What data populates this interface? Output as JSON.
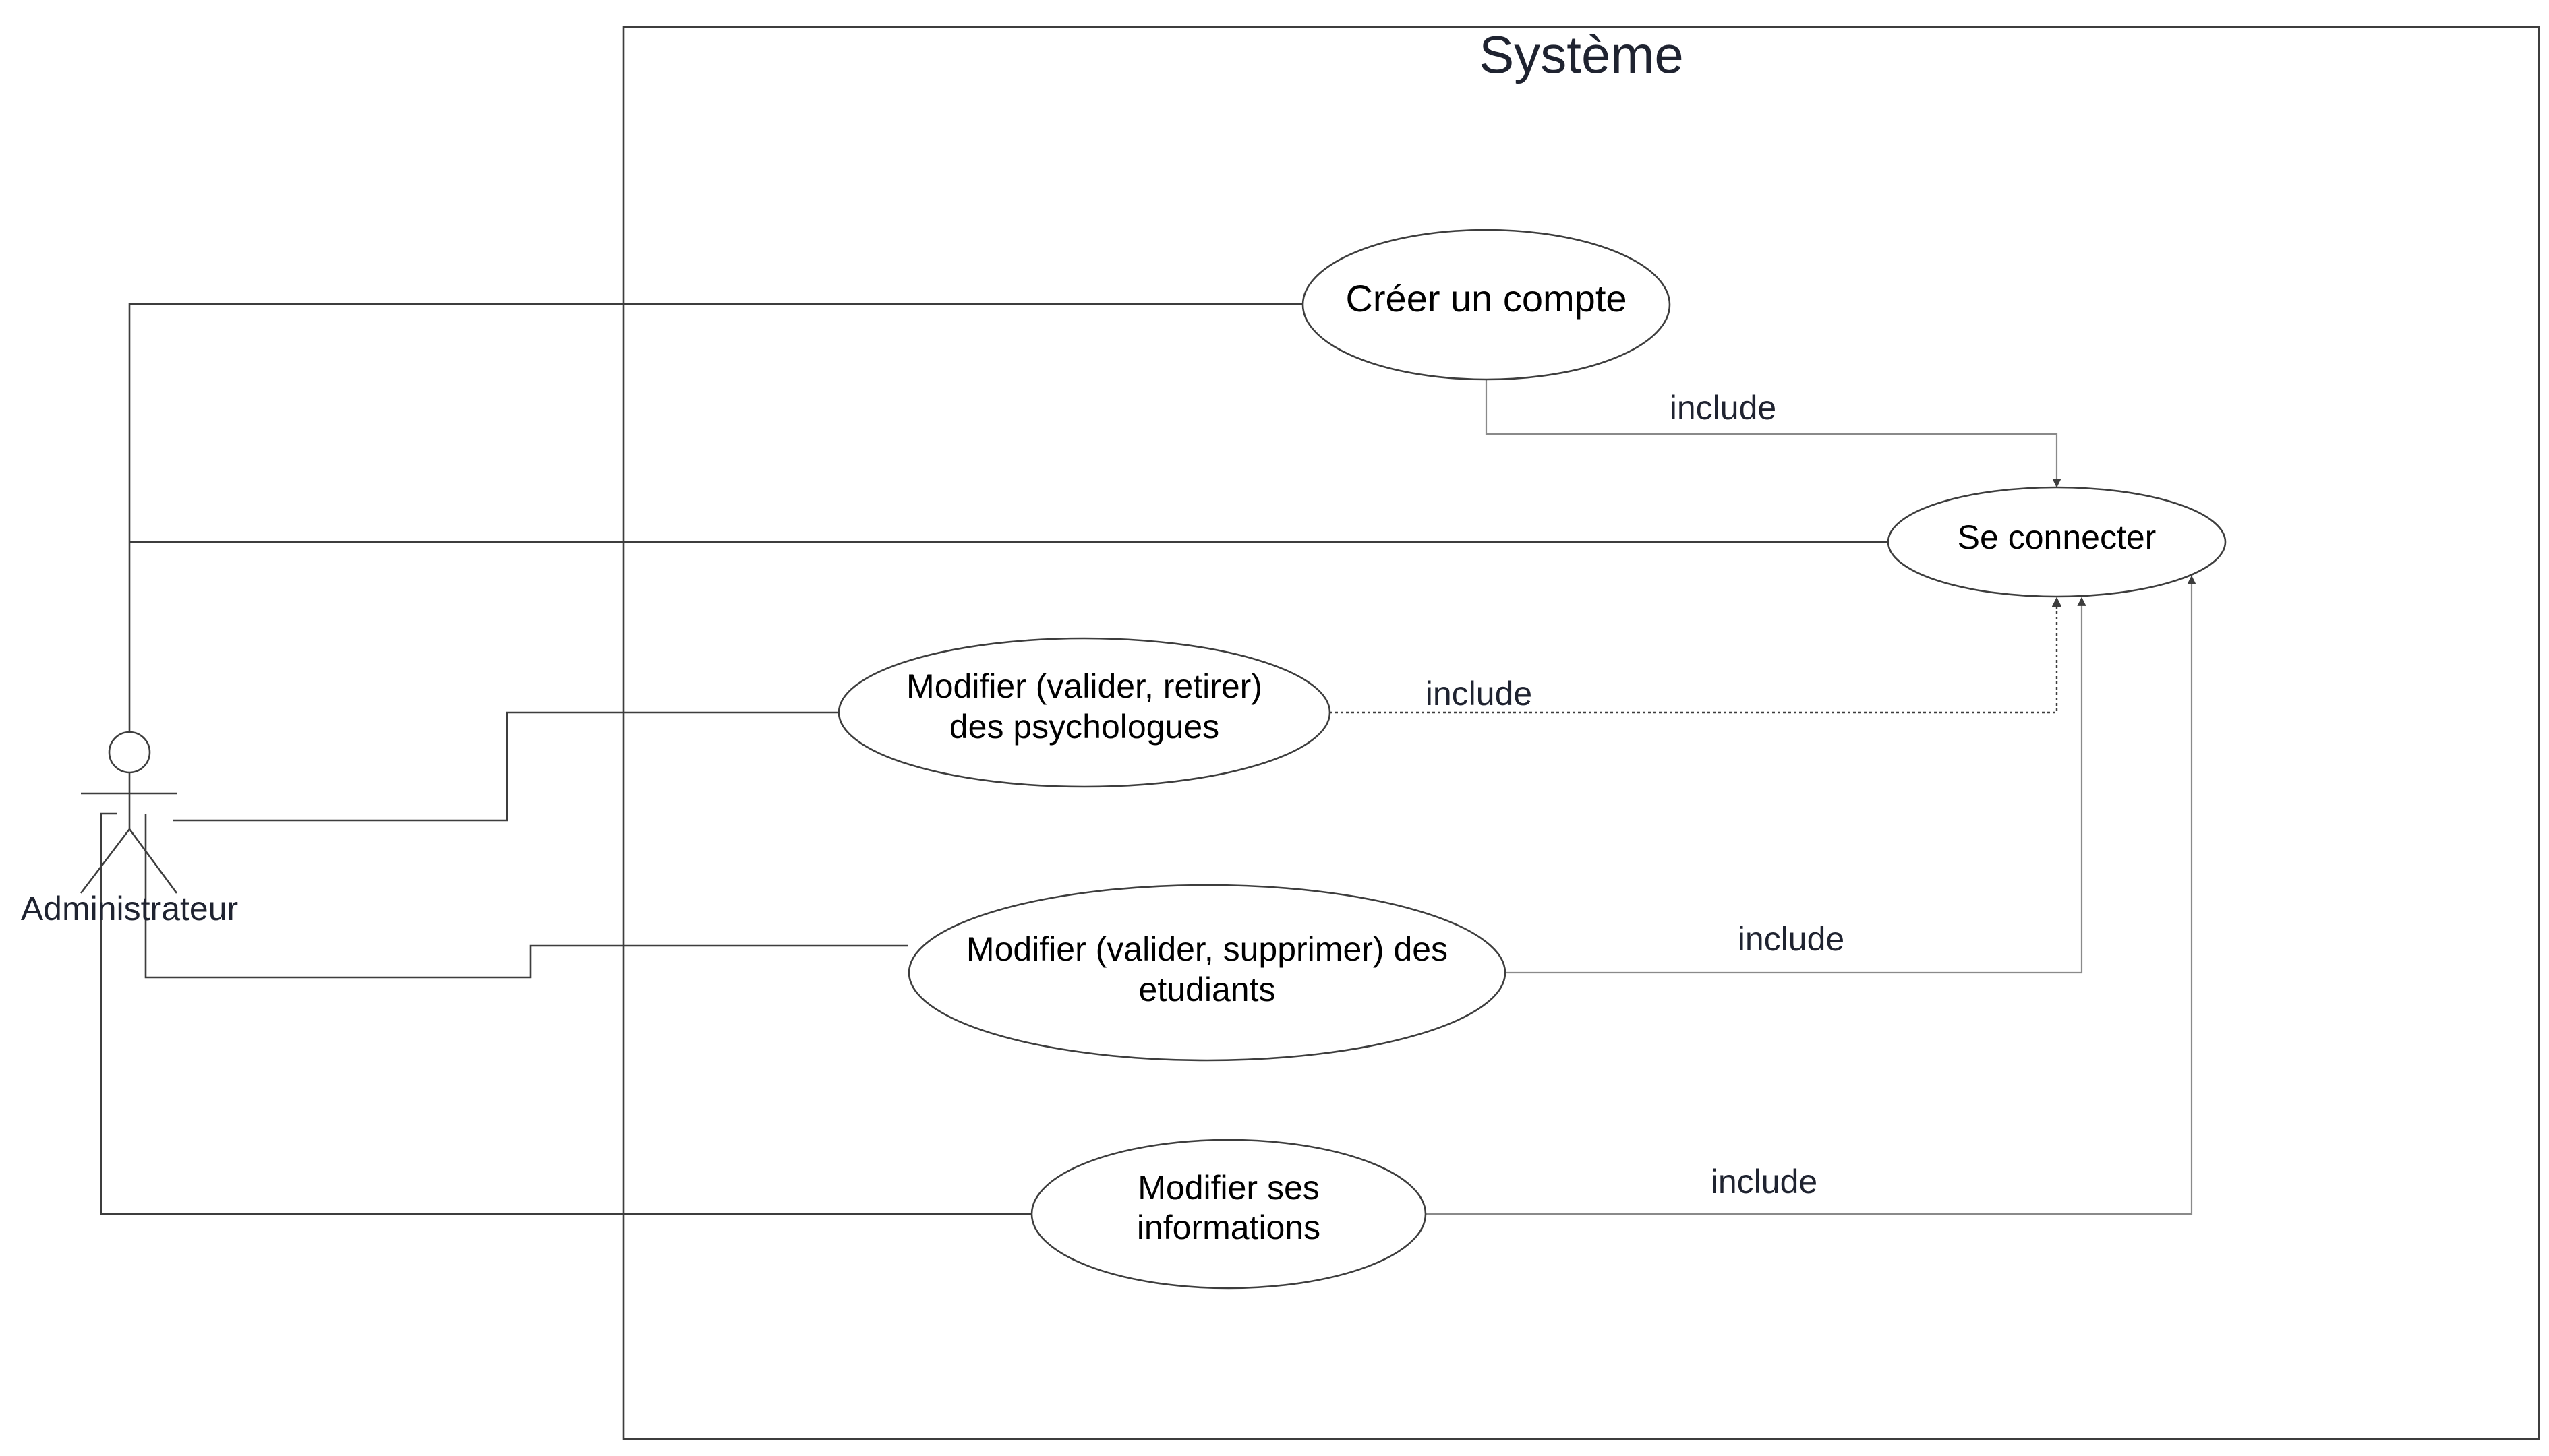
{
  "system": {
    "title": "Système"
  },
  "actor": {
    "name": "Administrateur"
  },
  "use_cases": {
    "creer_compte": [
      "Créer un compte"
    ],
    "se_connecter": [
      "Se connecter"
    ],
    "psychologues": [
      "Modifier (valider, retirer)",
      "des psychologues"
    ],
    "etudiants": [
      "Modifier (valider, supprimer) des",
      "etudiants"
    ],
    "informations": [
      "Modifier ses",
      "informations"
    ]
  },
  "relations": {
    "include_label": "include"
  }
}
